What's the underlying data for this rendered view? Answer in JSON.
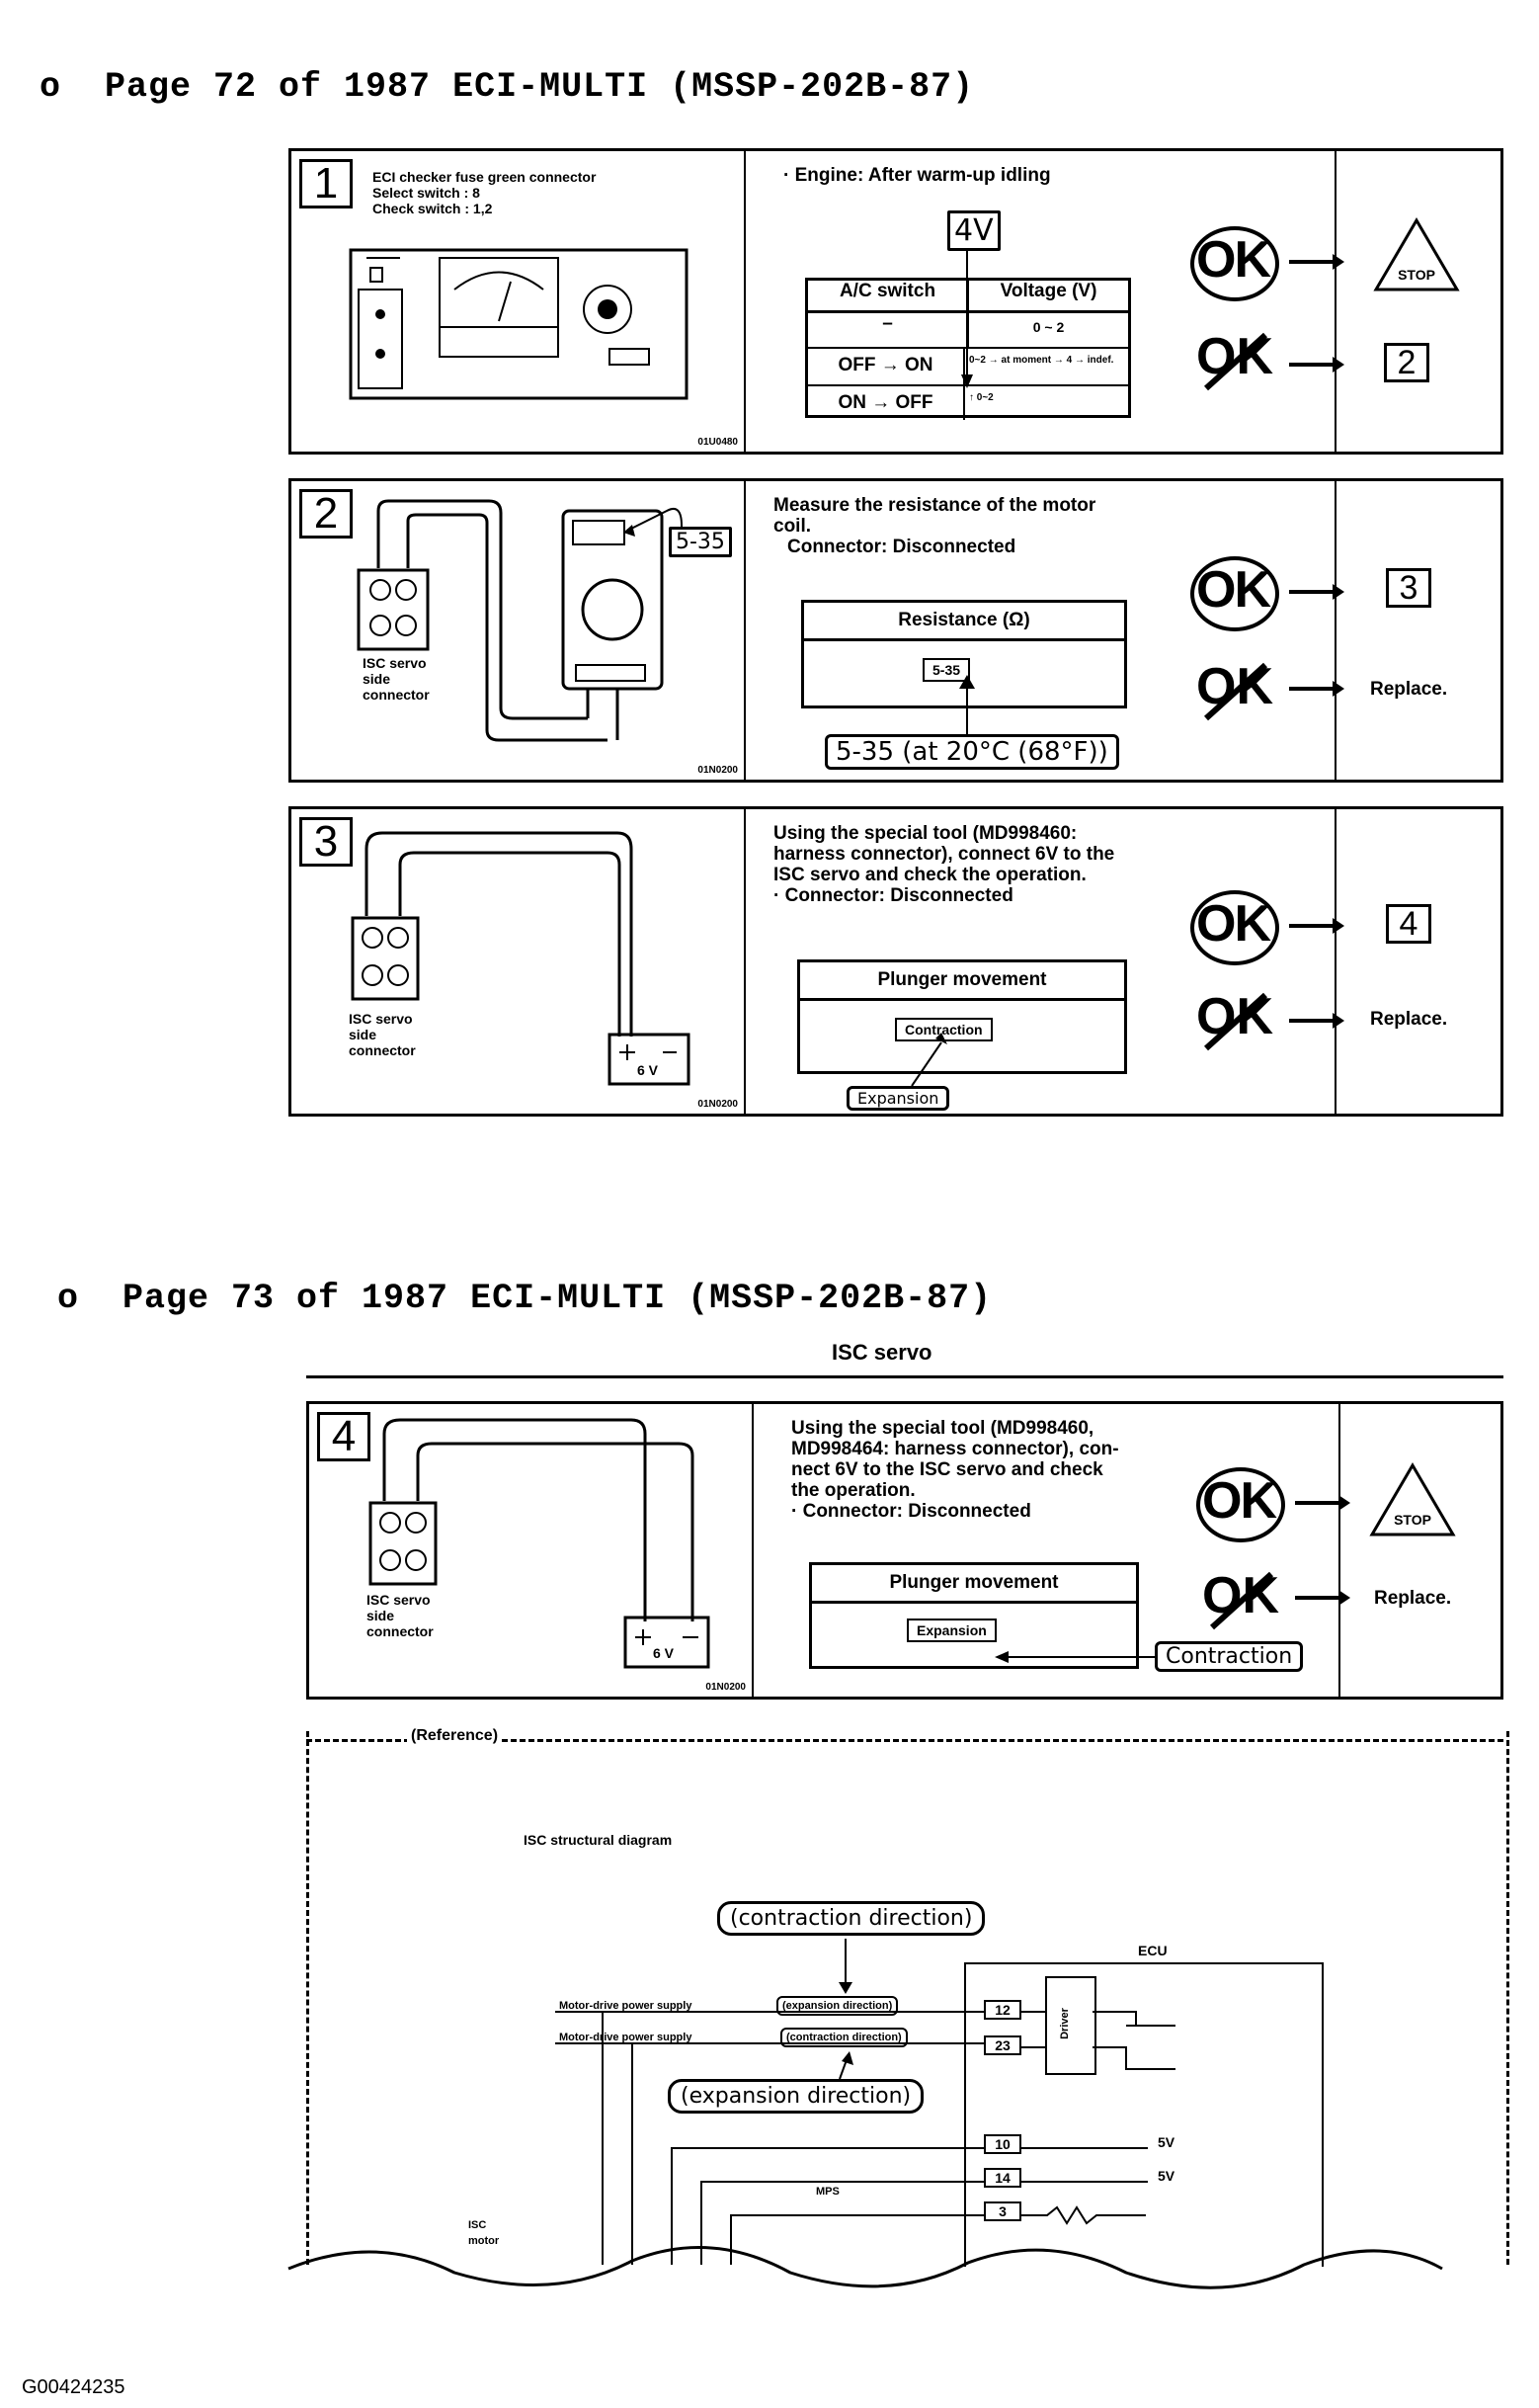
{
  "pages": [
    {
      "title": "o  Page 72 of 1987 ECI-MULTI (MSSP-202B-87)"
    },
    {
      "title": "o  Page 73 of 1987 ECI-MULTI (MSSP-202B-87)"
    }
  ],
  "section_title": "ISC servo",
  "ok_label": "OK",
  "ng_label": "OK",
  "stop_label": "STOP",
  "replace_label": "Replace.",
  "steps": [
    {
      "number": "1",
      "left_text": [
        "ECI checker fuse green connector",
        "Select switch : 8",
        "Check switch : 1,2"
      ],
      "code": "01U0480",
      "instruction": "· Engine: After warm-up idling",
      "hand_note": "4V",
      "table_headers": [
        "A/C switch",
        "Voltage (V)"
      ],
      "table_rows": [
        [
          "–",
          "0 ~ 2"
        ],
        [
          "OFF → ON",
          "0~2 → at moment → 4 → indef."
        ],
        [
          "ON → OFF",
          "↑ 0~2"
        ]
      ],
      "ok_next": "STOP",
      "ng_next": "2"
    },
    {
      "number": "2",
      "left_labels": [
        "ISC servo",
        "side",
        "connector"
      ],
      "hand_meter": "5-35",
      "code": "01N0200",
      "instruction": [
        "Measure the resistance of the motor",
        "coil.",
        "Connector: Disconnected"
      ],
      "table_header": "Resistance (Ω)",
      "table_value": "5-35",
      "hand_note": "5-35 (at 20°C (68°F))",
      "ok_next": "3",
      "ng_next": "Replace."
    },
    {
      "number": "3",
      "left_labels": [
        "ISC servo",
        "side",
        "connector"
      ],
      "battery": "6 V",
      "code": "01N0200",
      "instruction": [
        "Using the special tool (MD998460:",
        "harness connector), connect 6V to the",
        "ISC servo and check the operation.",
        "· Connector: Disconnected"
      ],
      "table_header": "Plunger movement",
      "table_value": "Contraction",
      "hand_note": "Expansion",
      "ok_next": "4",
      "ng_next": "Replace."
    },
    {
      "number": "4",
      "left_labels": [
        "ISC servo",
        "side",
        "connector"
      ],
      "battery": "6 V",
      "code": "01N0200",
      "instruction": [
        "Using the special tool (MD998460,",
        "MD998464: harness connector), con-",
        "nect 6V to the ISC servo and check",
        "the operation.",
        "· Connector: Disconnected"
      ],
      "table_header": "Plunger movement",
      "table_value": "Expansion",
      "hand_note": "Contraction",
      "ok_next": "STOP",
      "ng_next": "Replace."
    }
  ],
  "reference": {
    "label": "(Reference)",
    "diagram_title": "ISC structural diagram",
    "contraction_note": "(contraction direction)",
    "expansion_note": "(expansion direction)",
    "ecu_label": "ECU",
    "driver_label": "Driver",
    "supply_lines": [
      "Motor-drive power supply",
      "Motor-drive power supply"
    ],
    "supply_tags": [
      "(expansion direction)",
      "(contraction direction)"
    ],
    "pins": [
      "12",
      "23",
      "10",
      "14",
      "3"
    ],
    "voltages": [
      "5V",
      "5V"
    ],
    "mps_label": "MPS",
    "isc_motor": [
      "ISC",
      "motor"
    ]
  },
  "figure_id": "G00424235"
}
